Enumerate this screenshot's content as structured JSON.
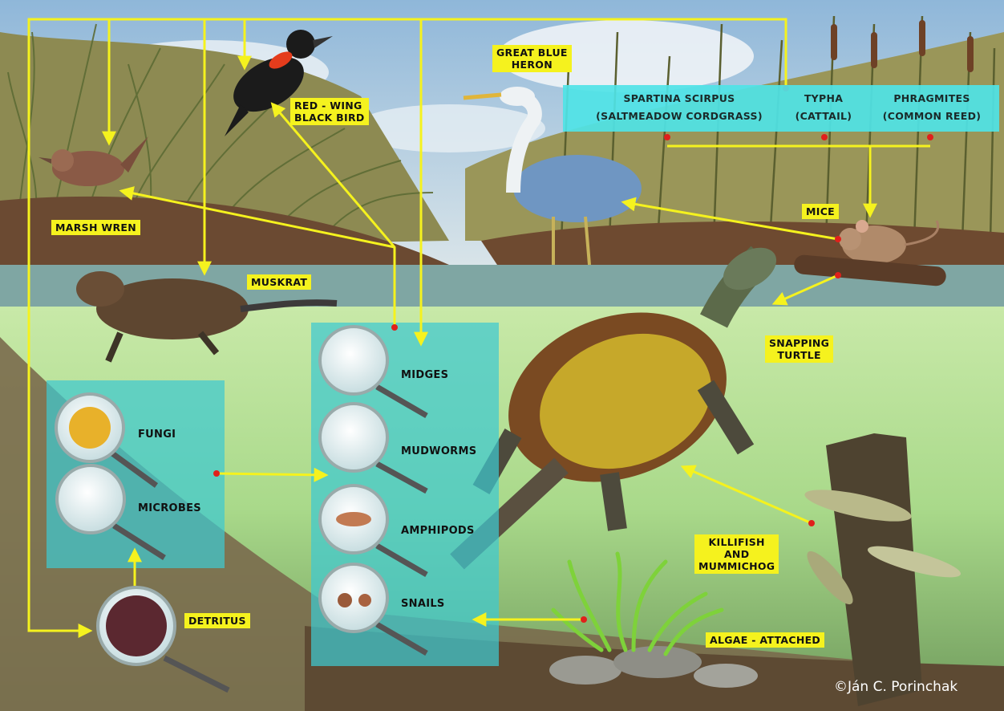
{
  "title": "",
  "organisms": {
    "great_blue_heron": "GREAT BLUE\nHERON",
    "red_wing": "RED - WING\nBLACK BIRD",
    "marsh_wren": "MARSH WREN",
    "muskrat": "MUSKRAT",
    "mice": "MICE",
    "snapping_turtle": "SNAPPING\nTURTLE",
    "killifish": "KILLIFISH\nAND\nMUMMICHOG",
    "algae": "ALGAE - ATTACHED",
    "detritus": "DETRITUS"
  },
  "plants": {
    "spartina": "SPARTINA SCIRPUS\n(SALTMEADOW CORDGRASS)",
    "typha": "TYPHA\n(CATTAIL)",
    "phragmites": "PHRAGMITES\n(COMMON REED)"
  },
  "decomposers": {
    "fungi": "FUNGI",
    "microbes": "MICROBES"
  },
  "invertebrates": {
    "midges": "MIDGES",
    "mudworms": "MUDWORMS",
    "amphipods": "AMPHIPODS",
    "snails": "SNAILS"
  },
  "credit": "©Ján C. Porinchak",
  "colors": {
    "arrow": "#f5f21e",
    "label_bg": "#f5f21e",
    "node": "#e0201b",
    "panel": "#3ec9d0",
    "plant_panel": "#4fe3e6"
  }
}
